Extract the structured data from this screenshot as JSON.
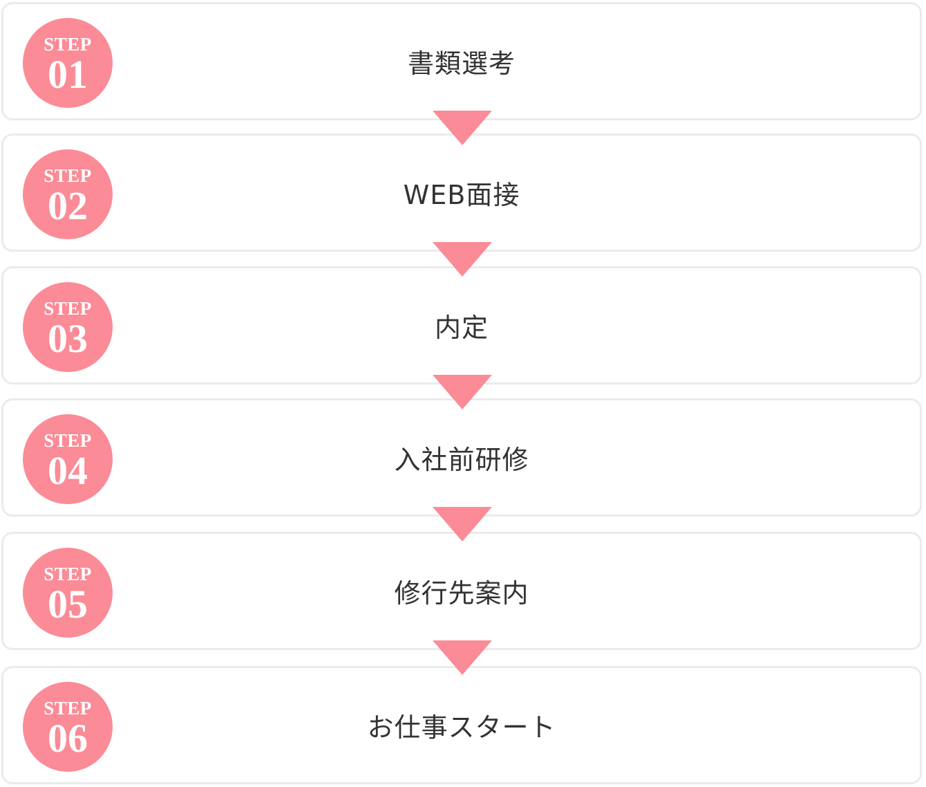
{
  "steps": [
    {
      "label": "STEP",
      "number": "01",
      "title": "書類選考"
    },
    {
      "label": "STEP",
      "number": "02",
      "title": "WEB面接"
    },
    {
      "label": "STEP",
      "number": "03",
      "title": "内定"
    },
    {
      "label": "STEP",
      "number": "04",
      "title": "入社前研修"
    },
    {
      "label": "STEP",
      "number": "05",
      "title": "修行先案内"
    },
    {
      "label": "STEP",
      "number": "06",
      "title": "お仕事スタート"
    }
  ],
  "colors": {
    "accent": "#fb8b96",
    "card_border": "#ebebeb",
    "text": "#333333",
    "badge_text": "#ffffff"
  },
  "icons": {
    "connector": "triangle-down-arrow-icon"
  }
}
